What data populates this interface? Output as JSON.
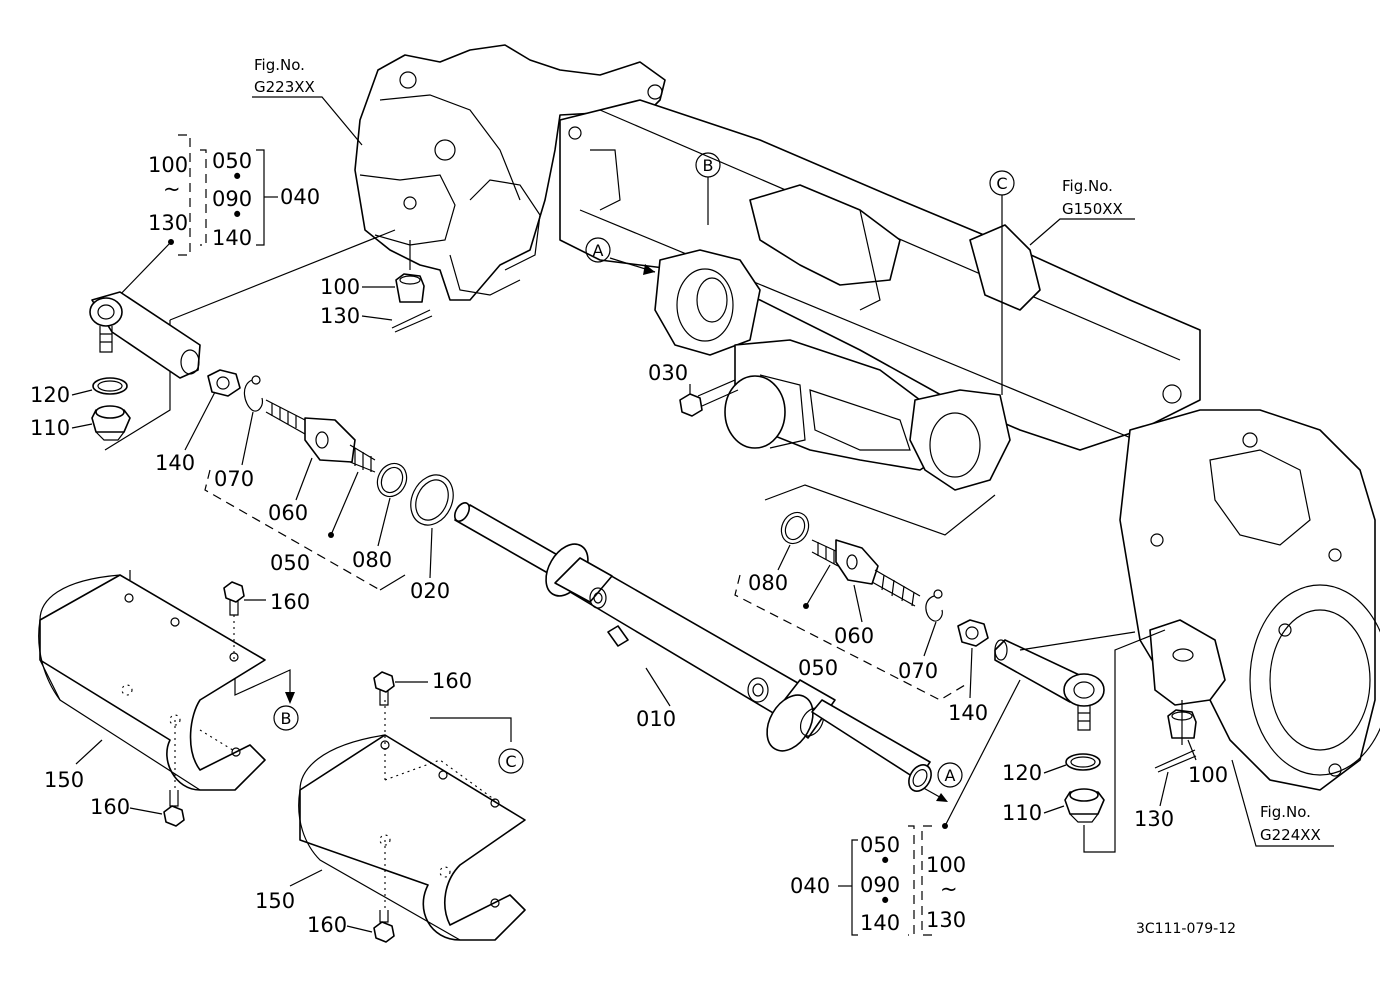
{
  "fig_refs": {
    "top_left": {
      "line1": "Fig.No.",
      "line2": "G223XX"
    },
    "top_right": {
      "line1": "Fig.No.",
      "line2": "G150XX"
    },
    "bottom_right": {
      "line1": "Fig.No.",
      "line2": "G224XX"
    }
  },
  "refs": {
    "a": "A",
    "b": "B",
    "c": "C"
  },
  "group_left": {
    "a": "100",
    "tilde": "~",
    "b": "130",
    "c1": "050",
    "dot": "•",
    "c2": "090",
    "c3": "140",
    "main": "040"
  },
  "group_right": {
    "main": "040",
    "c1": "050",
    "dot": "•",
    "c2": "090",
    "c3": "140",
    "a": "100",
    "tilde": "~",
    "b": "130"
  },
  "parts": {
    "p010": "010",
    "p020": "020",
    "p030": "030",
    "p040": "040",
    "p050": "050",
    "p060": "060",
    "p070": "070",
    "p080": "080",
    "p100": "100",
    "p110": "110",
    "p120": "120",
    "p130": "130",
    "p140": "140",
    "p150": "150",
    "p160": "160"
  },
  "drawing_code": "3C111-079-12"
}
